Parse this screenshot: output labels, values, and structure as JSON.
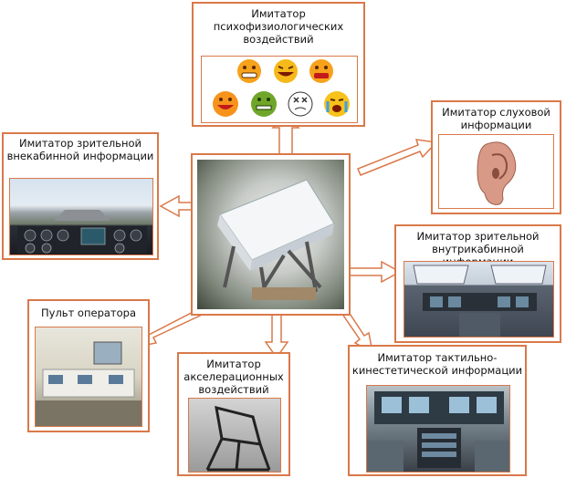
{
  "labels": {
    "psycho": "Имитатор\nпсихофизиологических\nвоздействий",
    "hearing": "Имитатор слуховой\nинформации",
    "visual_out": "Имитатор зрительной\nвнекабинной информации",
    "visual_in": "Имитатор зрительной\nвнутрикабинной информации",
    "operator": "Пульт оператора",
    "accel": "Имитатор\nакселерационных\nвоздействий",
    "tactile": "Имитатор тактильно-\nкинестетической информации"
  },
  "emoji_icons": [
    "grin-face-icon",
    "laugh-face-icon",
    "sad-face-icon",
    "big-smile-face-icon",
    "sick-face-icon",
    "dizzy-face-icon",
    "crying-face-icon"
  ],
  "colors": {
    "frame": "#d9794a",
    "arrow_fill": "#ffffff"
  }
}
